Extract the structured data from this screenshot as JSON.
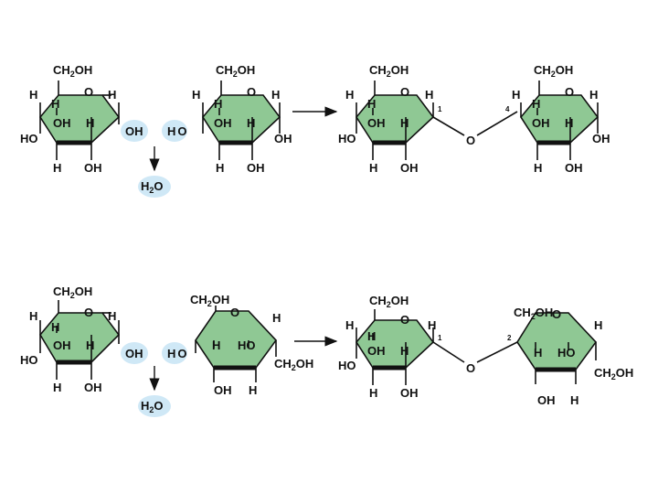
{
  "labels": {
    "ch2oh": "CH",
    "ch2oh_sub": "2",
    "ch2oh_tail": "OH",
    "o": "O",
    "h": "H",
    "oh": "OH",
    "ho": "HO",
    "ho_h": "H",
    "ho_o": "O",
    "water_h": "H",
    "water_sub": "2",
    "water_o": "O",
    "pos1": "1",
    "pos4": "4",
    "pos2": "2"
  },
  "colors": {
    "ring_fill": "#8fc894",
    "highlight": "#cfe8f6",
    "line": "#111111"
  }
}
